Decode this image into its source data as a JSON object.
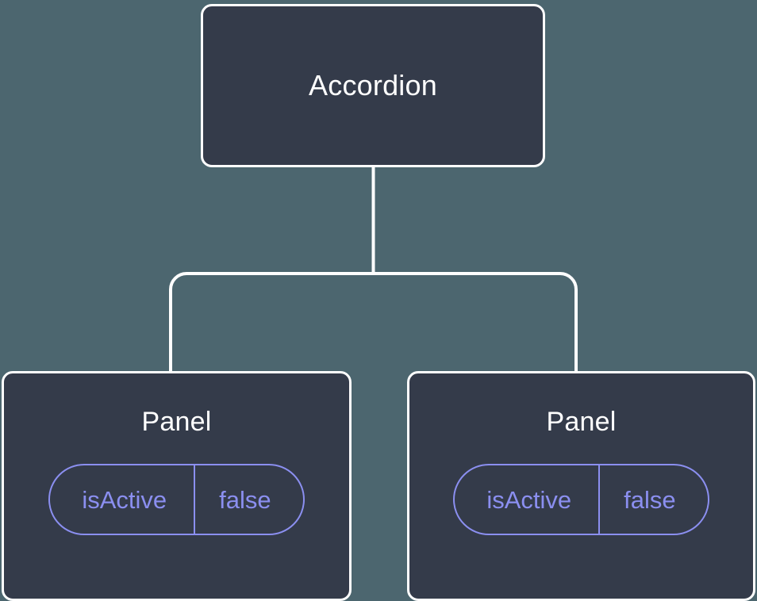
{
  "canvas": {
    "background_color": "#4c666f",
    "node_fill_color": "#343b4a",
    "node_border_color": "#ffffff",
    "edge_color": "#ffffff",
    "accent_color": "#8b8ff0"
  },
  "tree": {
    "root": {
      "label": "Accordion"
    },
    "children": [
      {
        "label": "Panel",
        "state": {
          "key": "isActive",
          "value": "false"
        }
      },
      {
        "label": "Panel",
        "state": {
          "key": "isActive",
          "value": "false"
        }
      }
    ]
  }
}
